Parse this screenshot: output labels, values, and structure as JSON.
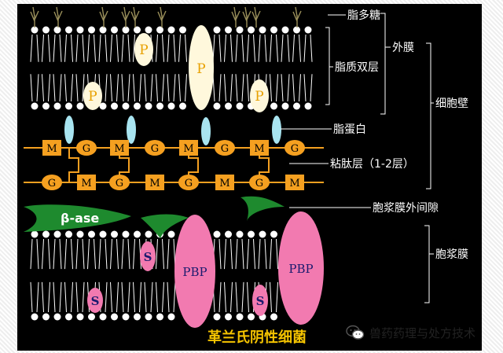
{
  "labels": {
    "lipopolysaccharide": "脂多糖",
    "outer_membrane": "外膜",
    "lipid_bilayer": "脂质双层",
    "cell_wall": "细胞壁",
    "lipoprotein": "脂蛋白",
    "peptidoglycan": "粘肽层（1-2层）",
    "periplasmic_space": "胞浆膜外间隙",
    "cytoplasmic_membrane": "胞浆膜",
    "caption": "革兰氏阴性细菌"
  },
  "glyphs": {
    "porin": "P",
    "beta_lactamase": "β-ase",
    "penicillin_binding_protein": "PBP",
    "s_protein": "S",
    "muramic": "M",
    "glucosamine": "G"
  },
  "watermark": "兽药药理与处方技术",
  "colors": {
    "background": "#000000",
    "lipid_head": "#ffffff",
    "porin_fill": "#fff8dc",
    "porin_text": "#e8a000",
    "peptidoglycan": "#f5a020",
    "lipoprotein": "#a8e4f0",
    "beta_lactamase": "#1e8a2e",
    "pbp": "#f27ab0",
    "pbp_text": "#1a1a6e",
    "label": "#ffffff",
    "caption": "#f5c400"
  }
}
